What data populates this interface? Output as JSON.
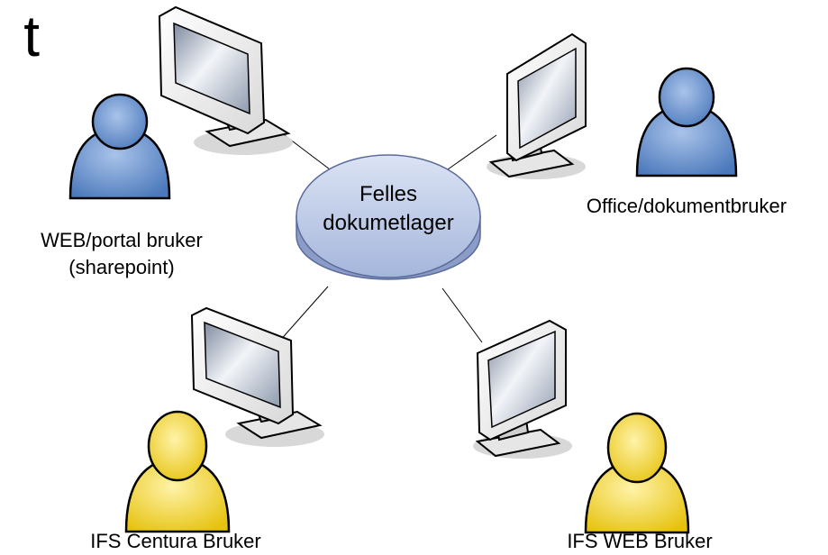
{
  "title_fragment": "t",
  "hub": {
    "line1": "Felles",
    "line2": "dokumetlager"
  },
  "users": {
    "web_portal": {
      "line1": "WEB/portal bruker",
      "line2": "(sharepoint)",
      "color": "#4f81bd"
    },
    "office": {
      "line1": "Office/dokumentbruker",
      "color": "#4f81bd"
    },
    "ifs_centura": {
      "line1": "IFS Centura Bruker",
      "color": "#f2d22a"
    },
    "ifs_web": {
      "line1": "IFS WEB Bruker",
      "color": "#f2d22a"
    }
  },
  "colors": {
    "hub_fill": "#b8c7e6",
    "hub_stroke": "#5b6b9a",
    "monitor_frame": "#f4f4f4",
    "monitor_screen": "#9aa6b8",
    "blue_person": "#5c86c5",
    "yellow_person": "#f2d22a"
  }
}
